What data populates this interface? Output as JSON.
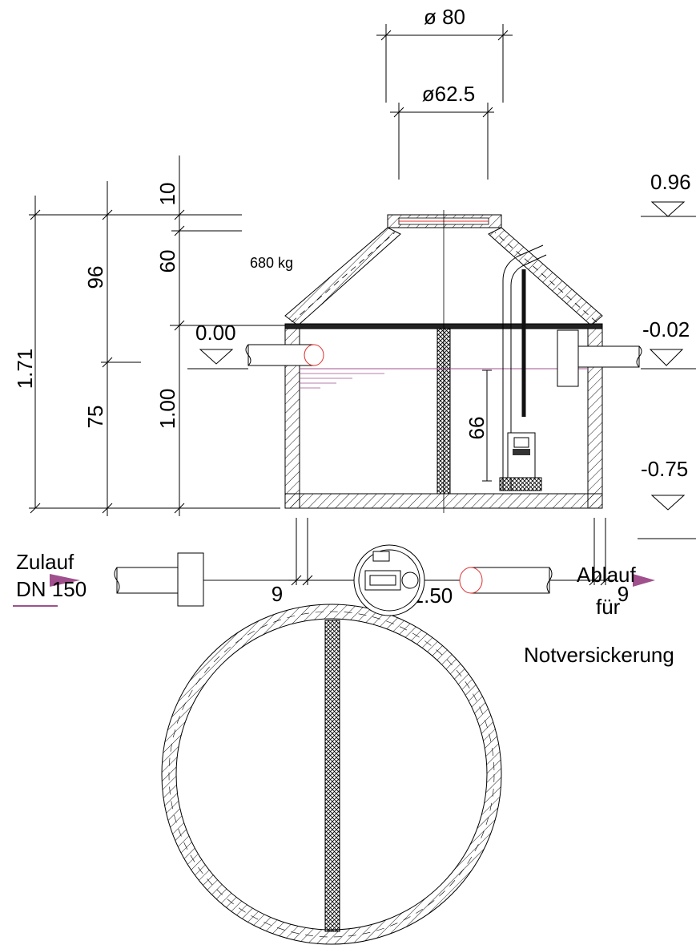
{
  "dimensions": {
    "manhole_outer": "ø 80",
    "manhole_inner": "ø62.5",
    "height_cover": "10",
    "height_cone": "60",
    "height_upper": "96",
    "height_lower": "75",
    "height_total": "1.71",
    "height_water": "1.00",
    "pump_height": "66",
    "wall_left": "9",
    "wall_right": "9",
    "diameter": "ø1.50"
  },
  "weight": "680 kg",
  "levels": {
    "top": "0.96",
    "ground": "0.00",
    "outlet": "-0.02",
    "bottom": "-0.75"
  },
  "labels": {
    "inlet_line1": "Zulauf",
    "inlet_line2": "DN 150",
    "outlet_line1": "Ablauf",
    "outlet_line2": "für",
    "outlet_line3": "Notversickerung"
  },
  "colors": {
    "accent": "#a0508c",
    "line": "#000000",
    "pipe_edge": "#e03030"
  }
}
